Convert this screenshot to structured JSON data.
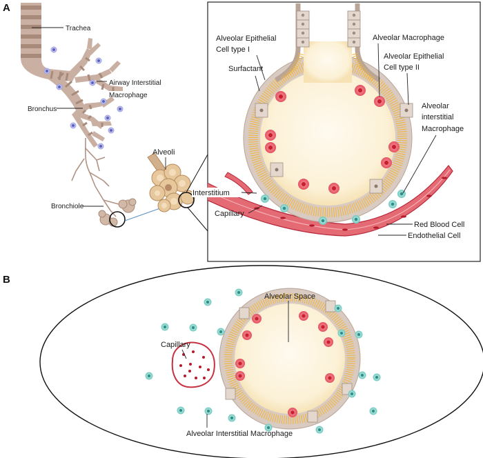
{
  "panels": {
    "a": {
      "letter": "A",
      "labels": {
        "trachea": "Trachea",
        "airway_macrophage_1": "Airway Interstitial",
        "airway_macrophage_2": "Macrophage",
        "bronchus": "Bronchus",
        "bronchiole": "Bronchiole",
        "alveoli": "Alveoli",
        "interstitium": "Interstitium",
        "capillary": "Capillary",
        "aec1_line1": "Alveolar Epithelial",
        "aec1_line2": "Cell type I",
        "surfactant": "Surfactant",
        "alveolar_macrophage": "Alveolar Macrophage",
        "aec2_line1": "Alveolar Epithelial",
        "aec2_line2": "Cell type II",
        "aim_line1": "Alveolar",
        "aim_line2": "interstitial",
        "aim_line3": "Macrophage",
        "red_blood_cell": "Red Blood Cell",
        "endothelial_cell": "Endothelial Cell"
      }
    },
    "b": {
      "letter": "B",
      "labels": {
        "alveolar_space": "Alveolar Space",
        "capillary": "Capillary",
        "alveolar_interstitial_macrophage": "Alveolar Interstitial Macrophage"
      }
    }
  },
  "colors": {
    "airway": "#c9b0a2",
    "airway_dark": "#a88a7a",
    "alveolar_space": "#fcf3dc",
    "surfactant": "#f2b53a",
    "epithelium": "#d9cbc2",
    "macrophage": "#e5505f",
    "interstitial_macrophage": "#6fc9bf",
    "capillary": "#d9404f",
    "airway_macrophage": "#9a9ee0"
  }
}
